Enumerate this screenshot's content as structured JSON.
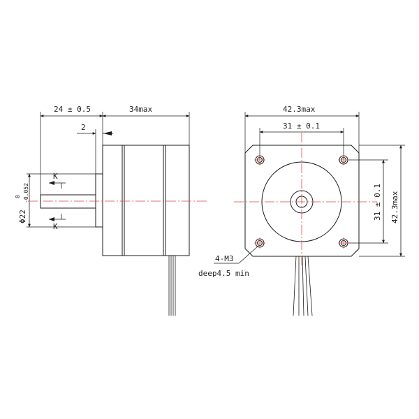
{
  "side_view": {
    "dim_total": "24 ± 0.5",
    "dim_body": "34max",
    "dim_boss": "2",
    "section_marker": "K",
    "shaft_dia_symbol": "Φ22",
    "shaft_dia_upper": "0",
    "shaft_dia_lower": "-0.052"
  },
  "front_view": {
    "dim_width": "42.3max",
    "dim_hole_spacing_h": "31 ± 0.1",
    "dim_hole_spacing_v": "31 ± 0.1",
    "dim_height": "42.3max",
    "hole_callout_line1": "4-M3",
    "hole_callout_line2": "deep4.5 min"
  },
  "colors": {
    "line": "#1a1a1a",
    "centerline": "#d94a3a"
  }
}
